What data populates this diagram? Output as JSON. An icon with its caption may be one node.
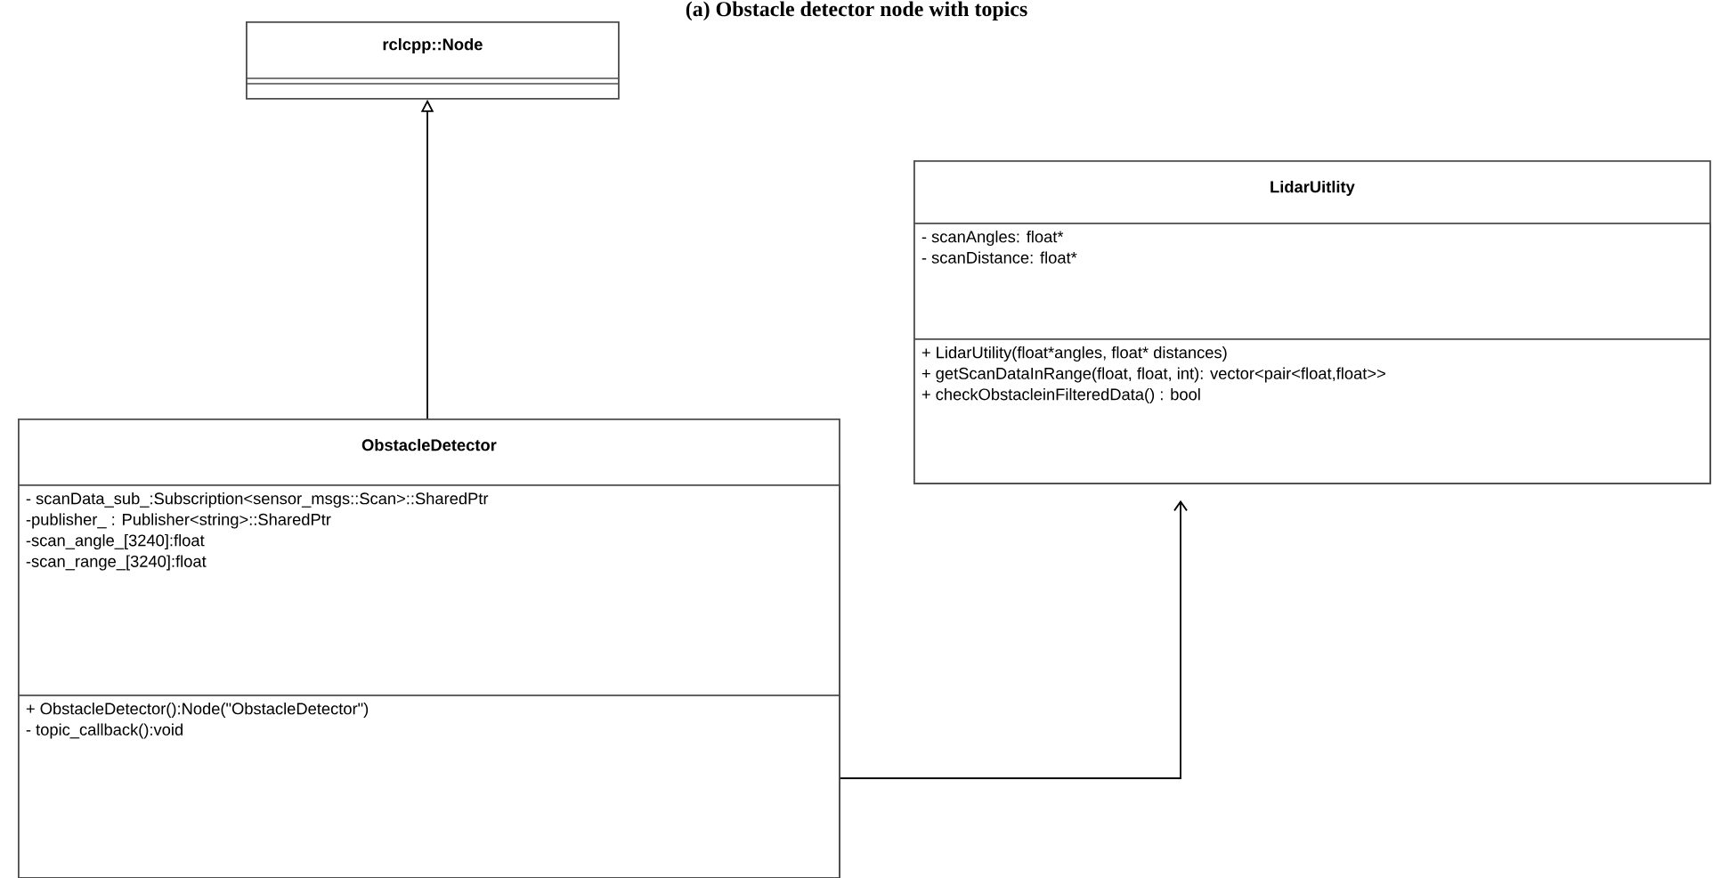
{
  "diagram": {
    "title": "(a) Obstacle detector node with topics",
    "nodes": [
      {
        "text": [
          "rclcpp::Node"
        ]
      },
      {
        "text": [
          "LidarUitlity"
        ]
      },
      {
        "text": [
          "- scanAngles: float*",
          "- scanDistance: float*"
        ],
        "in": 1
      },
      {
        "text": [
          "+ LidarUtility(float*angles, float* distances)",
          "+ getScanDataInRange(float, float, int): vector<pair<float,float>>",
          "+ checkObstacleinFilteredData() : bool"
        ],
        "in": 1
      },
      {
        "text": [
          "ObstacleDetector"
        ]
      },
      {
        "text": [
          "- scanData_sub_:Subscription<sensor_msgs::Scan>::SharedPtr",
          "-publisher_ : Publisher<string>::SharedPtr",
          "-scan_angle_[3240]:float",
          "-scan_range_[3240]:float"
        ],
        "in": 4
      },
      {
        "text": [
          "+ ObstacleDetector():Node(\"ObstacleDetector\")",
          "- topic_callback():void"
        ],
        "in": 4
      }
    ],
    "edges": [
      {
        "from": 4,
        "to": 0,
        "arrow": "to"
      },
      {
        "from": 4,
        "to": 1,
        "arrow": "to"
      }
    ]
  }
}
